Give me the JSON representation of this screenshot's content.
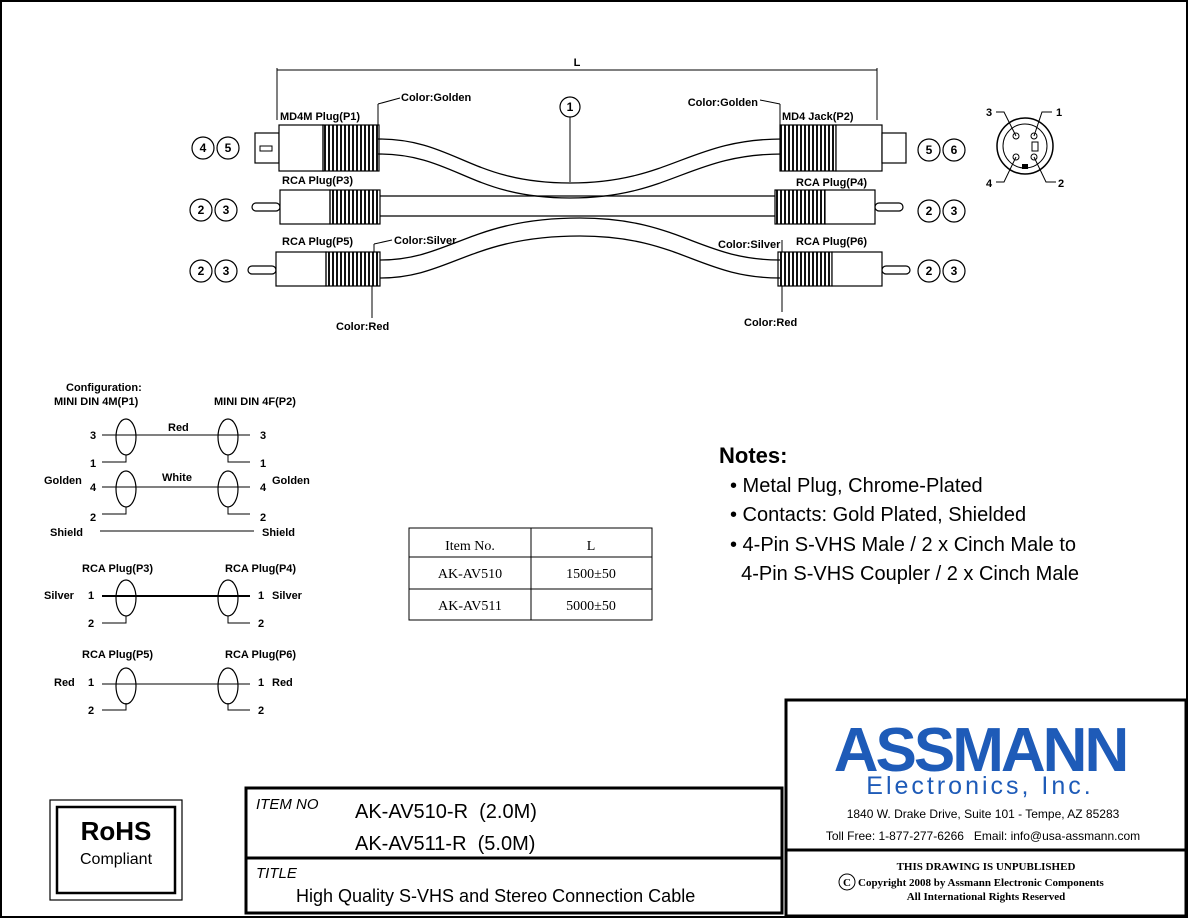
{
  "dimension": {
    "label": "L",
    "callout": "1"
  },
  "connectors": {
    "p1": {
      "label": "MD4M Plug(P1)",
      "color": "Color:Golden",
      "callouts": [
        "4",
        "5"
      ]
    },
    "p2": {
      "label": "MD4 Jack(P2)",
      "color": "Color:Golden",
      "callouts": [
        "5",
        "6"
      ]
    },
    "p3": {
      "label": "RCA Plug(P3)",
      "callouts": [
        "2",
        "3"
      ]
    },
    "p4": {
      "label": "RCA Plug(P4)",
      "callouts": [
        "2",
        "3"
      ]
    },
    "p5": {
      "label": "RCA Plug(P5)",
      "color": "Color:Silver",
      "color2": "Color:Red",
      "callouts": [
        "2",
        "3"
      ]
    },
    "p6": {
      "label": "RCA Plug(P6)",
      "color": "Color:Silver",
      "color2": "Color:Red",
      "callouts": [
        "2",
        "3"
      ]
    }
  },
  "pinout": {
    "pins": [
      "3",
      "1",
      "4",
      "2"
    ]
  },
  "configuration": {
    "title": "Configuration:",
    "left_title": "MINI DIN 4M(P1)",
    "right_title": "MINI DIN 4F(P2)",
    "din": {
      "pin3": "3",
      "pin1": "1",
      "pin4": "4",
      "pin2": "2",
      "red": "Red",
      "white": "White",
      "golden_left": "Golden",
      "golden_right": "Golden",
      "shield_left": "Shield",
      "shield_right": "Shield"
    },
    "rca1": {
      "left_title": "RCA Plug(P3)",
      "right_title": "RCA Plug(P4)",
      "left_color": "Silver",
      "right_color": "Silver",
      "pin1": "1",
      "pin2": "2"
    },
    "rca2": {
      "left_title": "RCA Plug(P5)",
      "right_title": "RCA Plug(P6)",
      "left_color": "Red",
      "right_color": "Red",
      "pin1": "1",
      "pin2": "2"
    }
  },
  "item_table": {
    "headers": [
      "Item No.",
      "L"
    ],
    "rows": [
      [
        "AK-AV510",
        "1500±50"
      ],
      [
        "AK-AV511",
        "5000±50"
      ]
    ]
  },
  "notes": {
    "title": "Notes:",
    "items": [
      "• Metal Plug, Chrome-Plated",
      "• Contacts: Gold Plated, Shielded",
      "• 4-Pin S-VHS Male / 2 x Cinch Male to",
      "  4-Pin S-VHS Coupler / 2 x Cinch Male"
    ]
  },
  "rohs": {
    "line1": "RoHS",
    "line2": "Compliant"
  },
  "title_block": {
    "item_no_label": "ITEM NO",
    "item_no_1": "AK-AV510-R  (2.0M)",
    "item_no_2": "AK-AV511-R  (5.0M)",
    "title_label": "TITLE",
    "title": "High Quality S-VHS and Stereo Connection Cable"
  },
  "company": {
    "name": "ASSMANN",
    "sub": "Electronics, Inc.",
    "address": "1840 W. Drake Drive, Suite 101 - Tempe, AZ 85283",
    "contact": "Toll Free: 1-877-277-6266   Email: info@usa-assmann.com",
    "brand_color": "#1e5bb8"
  },
  "copyright": {
    "line1": "THIS DRAWING IS UNPUBLISHED",
    "symbol": "C",
    "line2": "Copyright 2008 by Assmann Electronic Components",
    "line3": "All International Rights Reserved"
  }
}
